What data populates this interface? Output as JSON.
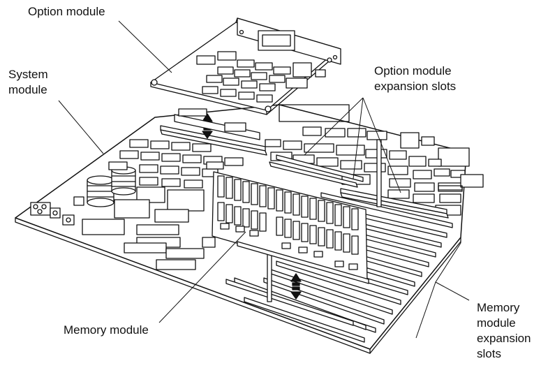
{
  "labels": {
    "option_module": "Option module",
    "system_module": [
      "System",
      "module"
    ],
    "option_module_expansion_slots": [
      "Option module",
      "expansion slots"
    ],
    "memory_module": "Memory module",
    "memory_module_expansion_slots": [
      "Memory",
      "module",
      "expansion",
      "slots"
    ]
  },
  "colors": {
    "line": "#111111",
    "board": "#ffffff",
    "chip": "#ffffff"
  }
}
